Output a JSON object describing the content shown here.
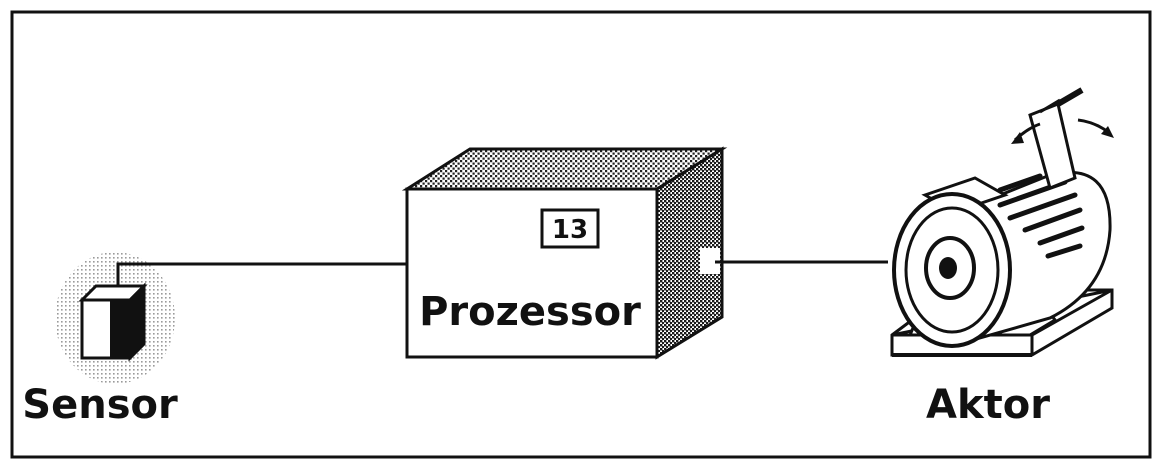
{
  "diagram": {
    "sensor_label": "Sensor",
    "processor_label": "Prozessor",
    "processor_display": "13",
    "actuator_label": "Aktor"
  },
  "colors": {
    "ink": "#111111",
    "background": "#ffffff",
    "stipple": "#9a9a9a"
  }
}
